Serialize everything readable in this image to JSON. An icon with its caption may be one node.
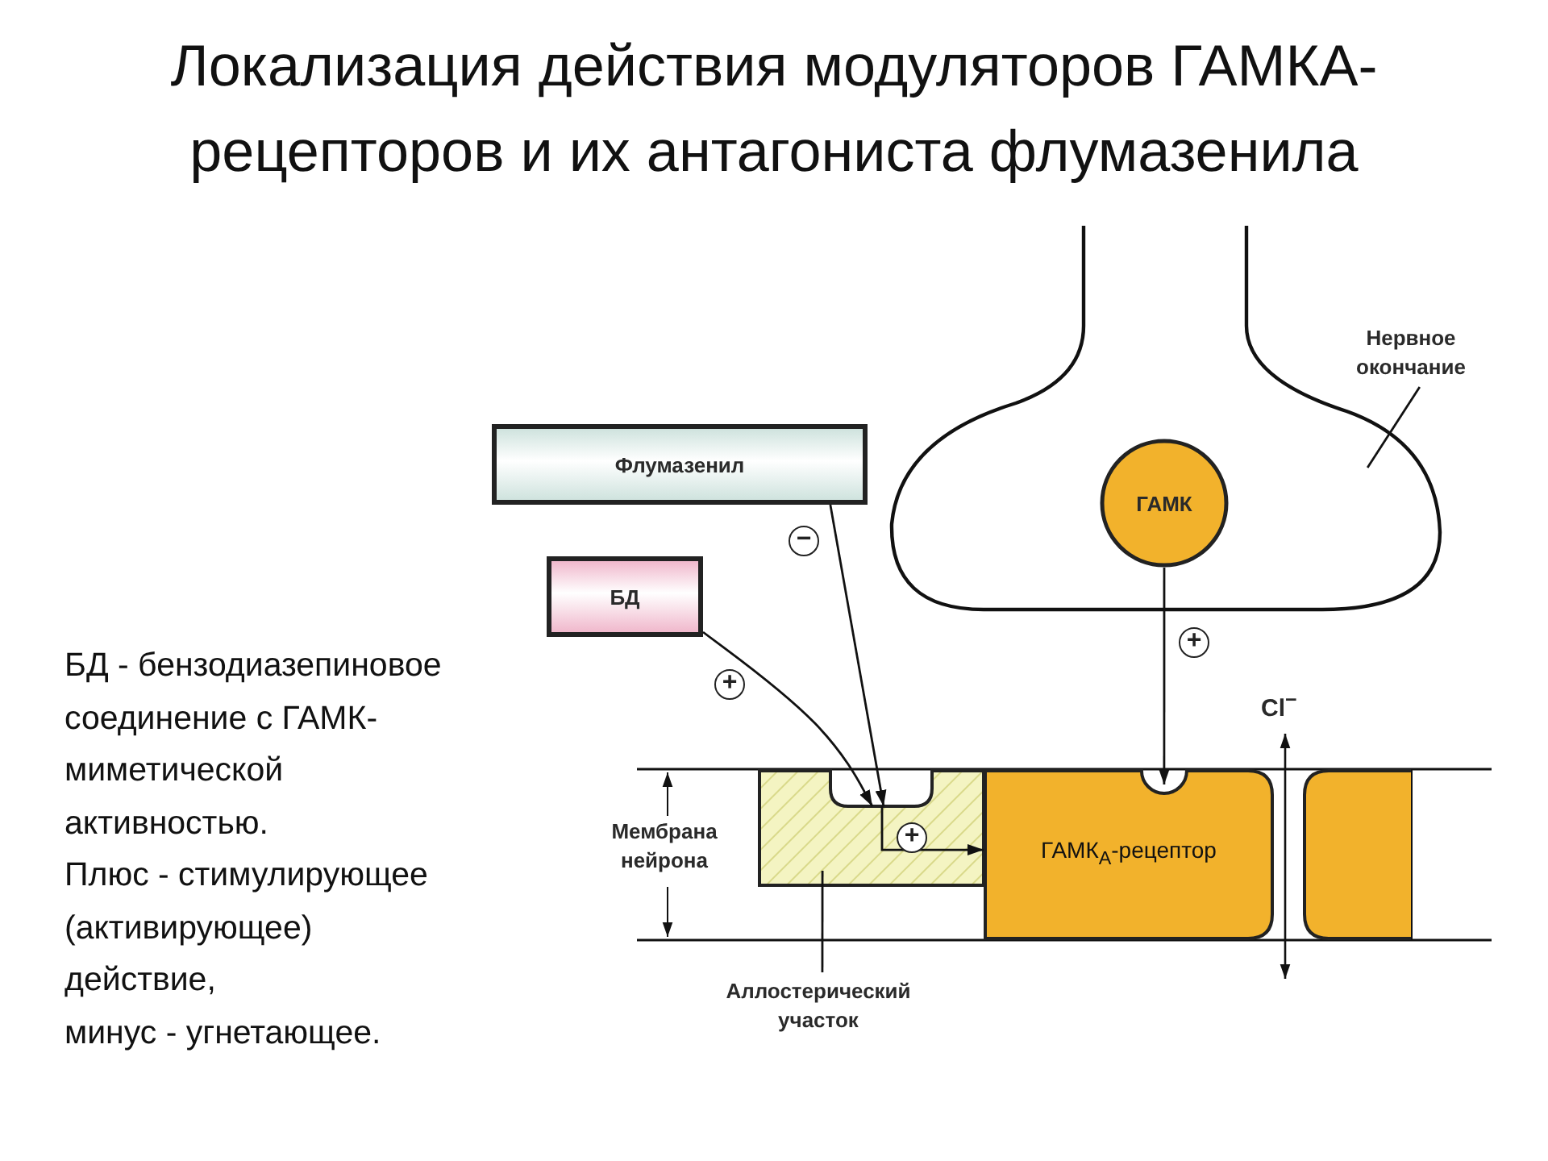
{
  "diagram": {
    "title": "Локализация действия модуляторов ГАМКА-рецепторов и их антагониста флумазенила",
    "nodes": [
      {
        "text": [
          "Флумазенил"
        ]
      },
      {
        "text": [
          "БД"
        ]
      },
      {
        "text": [],
        "shape": "box"
      },
      {
        "text": [
          "ГАМК"
        ],
        "in": 2
      },
      {
        "text": [],
        "shape": "box"
      },
      {
        "text": [
          "ГАМК$_{A}$-рецептор"
        ]
      },
      {
        "text": [],
        "shape": "box"
      },
      {
        "text": [
          "Аллостерический участок"
        ]
      },
      {
        "text": [
          "Нервное окончание"
        ]
      }
    ],
    "edges": [
      {
        "from": 0,
        "to": 4,
        "arrow": "to",
        "label": "−"
      },
      {
        "from": 1,
        "to": 4,
        "arrow": "to",
        "label": "+"
      },
      {
        "from": 3,
        "to": 5,
        "arrow": "to",
        "label": "+"
      },
      {
        "from": 4,
        "to": 5,
        "arrow": "to",
        "label": "+"
      },
      {
        "from": 8,
        "to": 2,
        "arrow": "none"
      },
      {
        "from": 7,
        "to": 4,
        "arrow": "none"
      }
    ],
    "labels": [
      "Мембрана нейрона",
      "Cl$^{−}$",
      "БД - бензодиазепиновое соединение с ГАМК-миметической активностью.",
      "Плюс - стимулирующее (активирующее) действие,",
      "минус - угнетающее."
    ]
  }
}
